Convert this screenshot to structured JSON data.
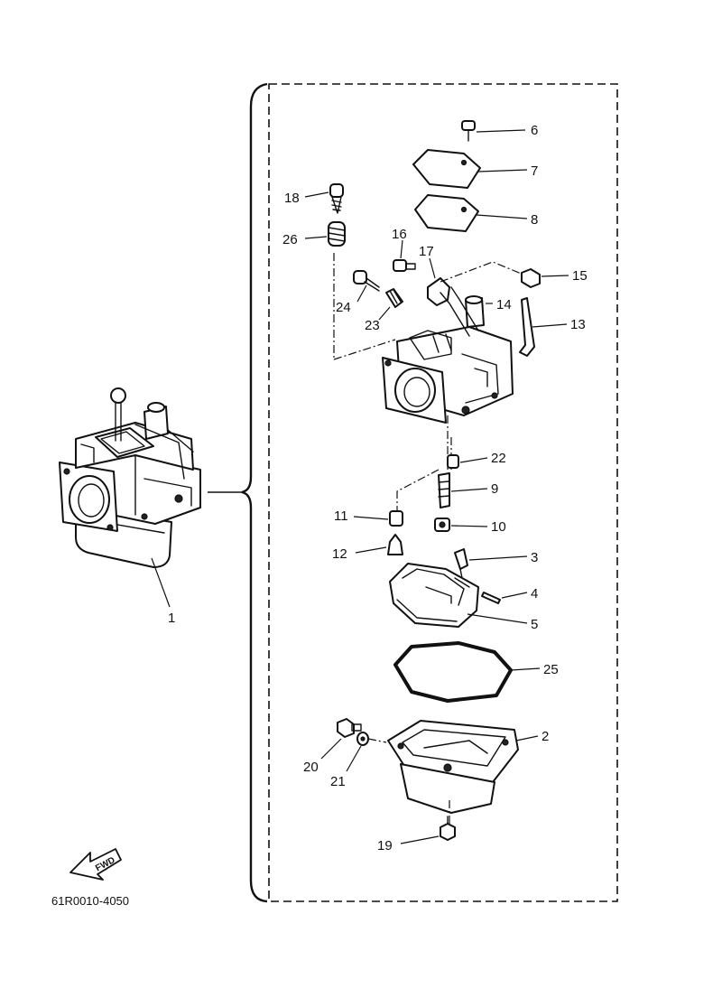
{
  "diagram": {
    "drawing_code": "61R0010-4050",
    "fwd_label": "FWD",
    "part_labels": {
      "p1": "1",
      "p2": "2",
      "p3": "3",
      "p4": "4",
      "p5": "5",
      "p6": "6",
      "p7": "7",
      "p8": "8",
      "p9": "9",
      "p10": "10",
      "p11": "11",
      "p12": "12",
      "p13": "13",
      "p14": "14",
      "p15": "15",
      "p16": "16",
      "p17": "17",
      "p18": "18",
      "p19": "19",
      "p20": "20",
      "p21": "21",
      "p22": "22",
      "p23": "23",
      "p24": "24",
      "p25": "25",
      "p26": "26"
    }
  }
}
